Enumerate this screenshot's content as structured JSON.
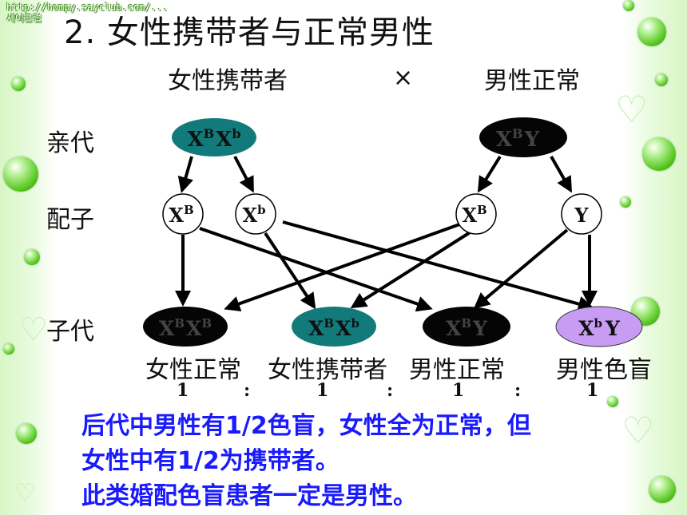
{
  "banner": {
    "url_text": "http://hompy.sayclub.com/...",
    "tag_text": "세이클럽"
  },
  "title": "2.  女性携带者与正常男性",
  "cross": {
    "left": "女性携带者",
    "symbol": "×",
    "right": "男性正常"
  },
  "rows": {
    "parents": "亲代",
    "gametes": "配子",
    "offspring": "子代"
  },
  "parents": [
    {
      "x": "X",
      "sup1": "B",
      "x2": "X",
      "sup2": "b",
      "fill": "#127a7a",
      "text_color": "#111111"
    },
    {
      "x": "X",
      "sup1": "B",
      "x2": "Y",
      "sup2": "",
      "fill": "#050505",
      "text_color": "#444444"
    }
  ],
  "gametes": [
    {
      "base": "X",
      "sup": "B"
    },
    {
      "base": "X",
      "sup": "b"
    },
    {
      "base": "X",
      "sup": "B"
    },
    {
      "base": "Y",
      "sup": ""
    }
  ],
  "offspring": [
    {
      "a": "X",
      "as": "B",
      "b": "X",
      "bs": "B",
      "fill": "#050505",
      "text_color": "#444444",
      "label": "女性正常",
      "ratio": "1"
    },
    {
      "a": "X",
      "as": "B",
      "b": "X",
      "bs": "b",
      "fill": "#127a7a",
      "text_color": "#111111",
      "label": "女性携带者",
      "ratio": "1"
    },
    {
      "a": "X",
      "as": "B",
      "b": "Y",
      "bs": "",
      "fill": "#050505",
      "text_color": "#444444",
      "label": "男性正常",
      "ratio": "1"
    },
    {
      "a": "X",
      "as": "b",
      "b": "Y",
      "bs": "",
      "fill": "#c79cf2",
      "text_color": "#111111",
      "label": "男性色盲",
      "ratio": "1"
    }
  ],
  "ratio_separator": ":",
  "conclusion": [
    "后代中男性有1/2色盲，女性全为正常，但",
    "女性中有1/2为携带者。",
    "此类婚配色盲患者一定是男性。"
  ],
  "colors": {
    "conclusion": "#1a1aff",
    "arrow": "#000000"
  }
}
